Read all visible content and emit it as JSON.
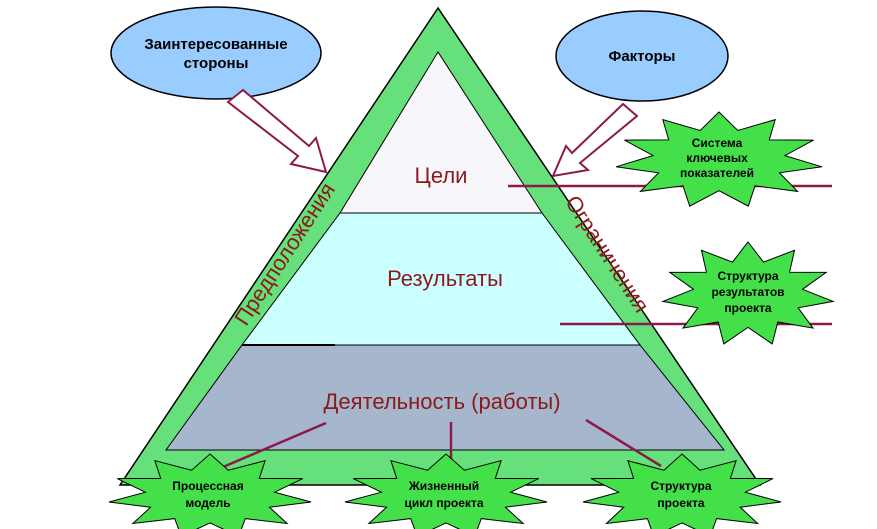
{
  "bubbles": {
    "left": {
      "line1": "Заинтересованные",
      "line2": "стороны"
    },
    "right": {
      "line1": "Факторы"
    }
  },
  "levels": {
    "top": "Цели",
    "middle": "Результаты",
    "bottom": "Деятельность (работы)"
  },
  "sides": {
    "left": "Предположения",
    "right": "Ограничения"
  },
  "stars": {
    "kpi": {
      "line1": "Система",
      "line2": "ключевых",
      "line3": "показателей"
    },
    "results_structure": {
      "line1": "Структура",
      "line2": "результатов",
      "line3": "проекта"
    },
    "process_model": {
      "line1": "Процессная",
      "line2": "модель"
    },
    "life_cycle": {
      "line1": "Жизненный",
      "line2": "цикл проекта"
    },
    "project_structure": {
      "line1": "Структура",
      "line2": "проекта"
    }
  },
  "colors": {
    "frame_green": "#66e07a",
    "goals_fill": "#f7f7fb",
    "results_fill": "#ccffff",
    "activity_fill": "#a6b6cc",
    "bubble_fill": "#99ccff",
    "star_fill": "#44e04a",
    "connector": "#8b1a4a",
    "text_dark_red": "#8b1a1a"
  }
}
